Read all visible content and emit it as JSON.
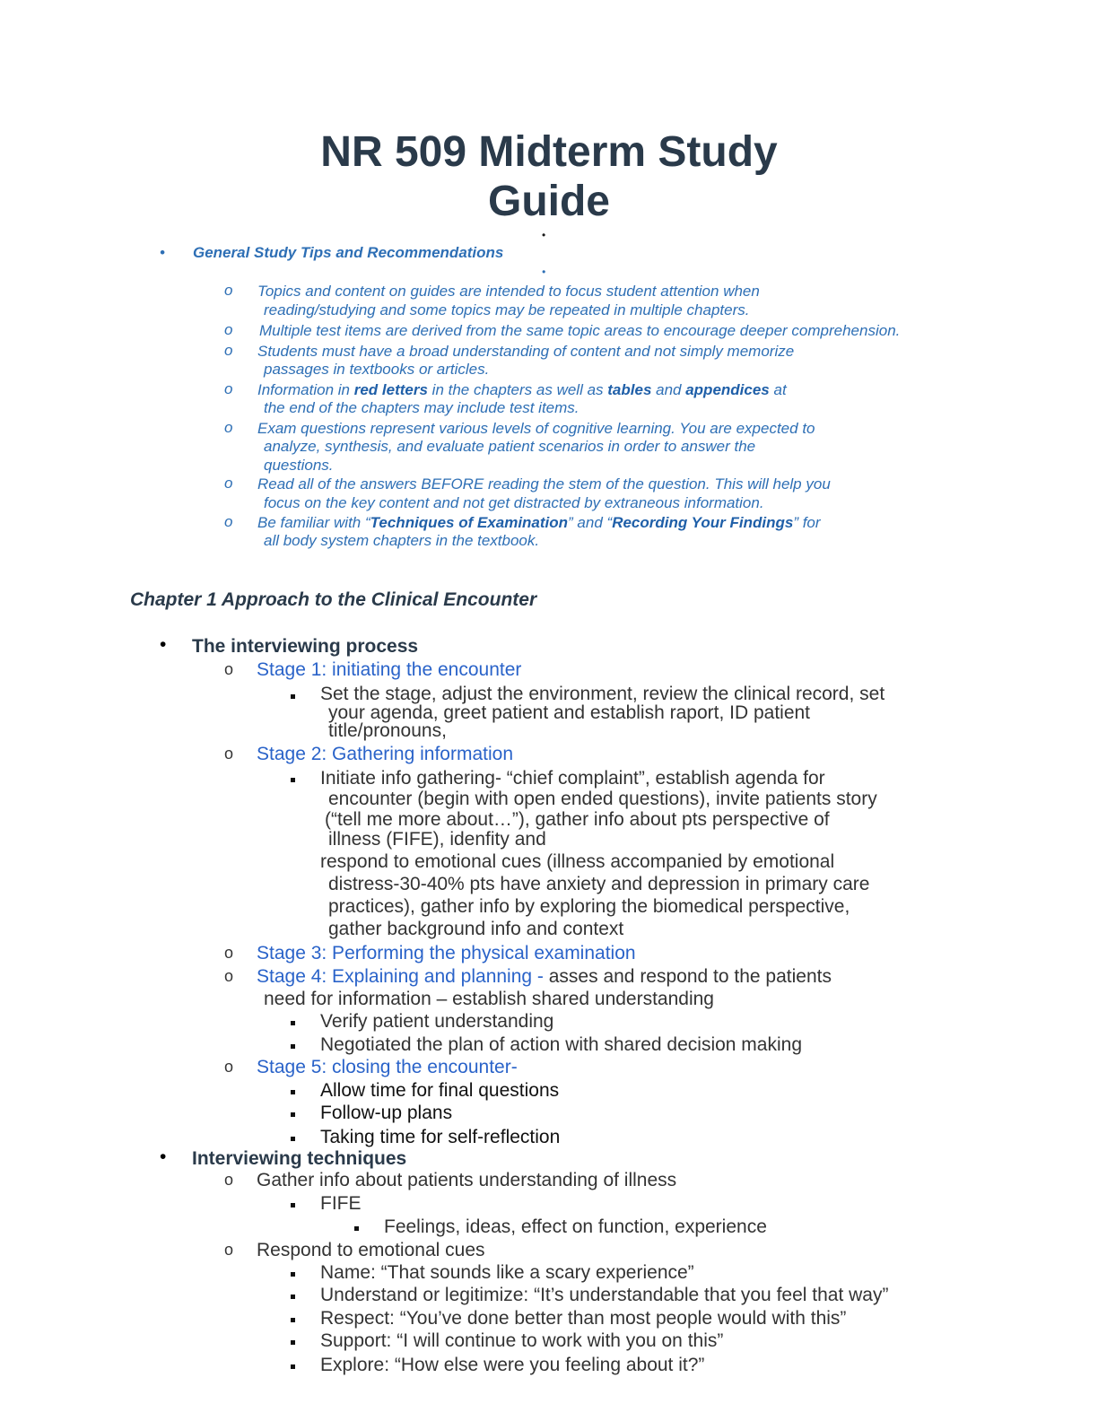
{
  "document": {
    "title_line1": "NR 509 Midterm Study",
    "title_line2": "Guide"
  },
  "tips": {
    "heading": "General Study Tips and Recommendations",
    "items": [
      {
        "lines": [
          "Topics and content on guides are intended to focus student attention when",
          "reading/studying and some topics may be repeated in multiple chapters."
        ]
      },
      {
        "lines": [
          "Multiple test items are derived from the same topic areas to encourage deeper comprehension."
        ]
      },
      {
        "lines": [
          "Students must have a broad understanding of content and not simply memorize",
          "passages in textbooks or articles."
        ]
      },
      {
        "parts": [
          "Information in ",
          "red letters",
          " in the chapters as well as ",
          "tables",
          " and ",
          "appendices",
          " at"
        ],
        "line2": "the end of the chapters may include test items."
      },
      {
        "lines": [
          "Exam questions represent various levels of cognitive learning. You are expected to",
          "analyze, synthesis, and evaluate patient scenarios in order to answer the",
          "questions."
        ]
      },
      {
        "lines": [
          "Read all of the answers BEFORE reading the stem of the question. This will help you",
          "focus on the key content and not get distracted by extraneous information."
        ]
      },
      {
        "parts": [
          "Be familiar with “",
          "Techniques of Examination",
          "” and “",
          "Recording Your Findings",
          "” for"
        ],
        "line2": "all body system chapters in the textbook."
      }
    ]
  },
  "chapter": {
    "heading": "Chapter 1 Approach to the Clinical Encounter",
    "section1": {
      "heading": "The interviewing process",
      "stage1": {
        "label": "Stage 1: initiating the encounter",
        "detail": [
          "Set the stage, adjust the environment, review the clinical record, set",
          "your agenda, greet patient and establish raport, ID patient",
          "title/pronouns,"
        ]
      },
      "stage2": {
        "label": "Stage 2: Gathering information",
        "detail": [
          "Initiate info gathering- “chief complaint”, establish agenda for",
          "encounter (begin with open ended questions), invite patients story",
          "(“tell me more about…”), gather info about pts perspective of",
          "illness (FIFE), idenfity and",
          "respond to emotional cues (illness accompanied by emotional",
          "distress-30-40% pts have anxiety and depression in primary care",
          "practices), gather info by exploring the biomedical perspective,",
          "gather background info and context"
        ]
      },
      "stage3": {
        "label": "Stage 3: Performing the physical examination"
      },
      "stage4": {
        "label": "Stage 4: Explaining and planning - ",
        "label_tail": "asses and respond to the patients",
        "line2": "need for information – establish shared understanding",
        "subs": [
          "Verify patient understanding",
          "Negotiated the plan of action with shared decision making"
        ]
      },
      "stage5": {
        "label": "Stage 5: closing the encounter-",
        "subs": [
          "Allow time for final questions",
          "Follow-up plans",
          "Taking time for self-reflection"
        ]
      }
    },
    "section2": {
      "heading": "Interviewing techniques",
      "item1": {
        "label": "Gather info about patients understanding of illness",
        "sub": "FIFE",
        "subsub": "Feelings, ideas, effect on function, experience"
      },
      "item2": {
        "label": "Respond to emotional cues",
        "subs": [
          "Name: “That sounds like a scary experience”",
          "Understand or legitimize: “It’s understandable that you feel that way”",
          "Respect: “You’ve done better than most people would with this”",
          "Support: “I will continue to work with you on this”",
          "Explore: “How else were you feeling about it?”"
        ]
      }
    }
  }
}
